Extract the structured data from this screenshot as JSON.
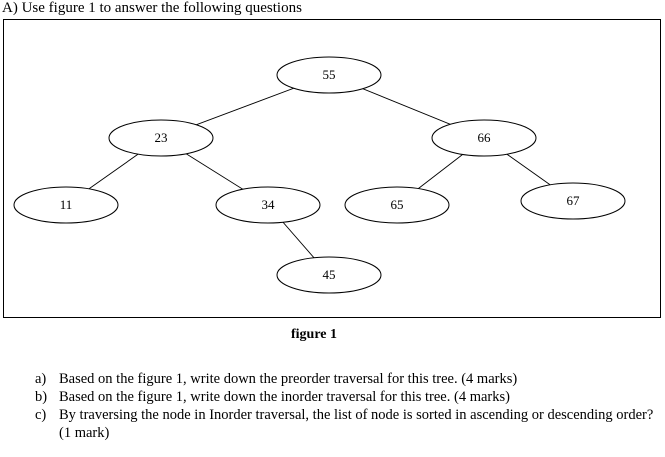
{
  "heading": "A) Use figure 1 to answer the following questions",
  "tree": {
    "nodes": [
      {
        "id": "n55",
        "label": "55",
        "parent": null
      },
      {
        "id": "n23",
        "label": "23",
        "parent": "n55"
      },
      {
        "id": "n66",
        "label": "66",
        "parent": "n55"
      },
      {
        "id": "n11",
        "label": "11",
        "parent": "n23"
      },
      {
        "id": "n34",
        "label": "34",
        "parent": "n23"
      },
      {
        "id": "n65",
        "label": "65",
        "parent": "n66"
      },
      {
        "id": "n67",
        "label": "67",
        "parent": "n66"
      },
      {
        "id": "n45",
        "label": "45",
        "parent": "n34"
      }
    ]
  },
  "caption": "figure 1",
  "questions": [
    {
      "letter": "a)",
      "text": "Based on the figure 1, write down the preorder traversal for this tree. (4 marks)"
    },
    {
      "letter": "b)",
      "text": "Based on the figure 1, write down the inorder traversal for this tree. (4 marks)"
    },
    {
      "letter": "c)",
      "text": "By traversing the node in Inorder traversal, the list of node is sorted in ascending or descending order? (1 mark)"
    }
  ]
}
